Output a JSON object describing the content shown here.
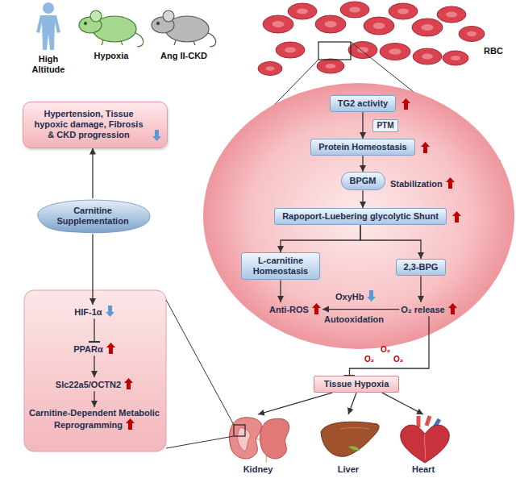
{
  "diagram": {
    "nodes": [
      {
        "text": [
          "TG2 activity"
        ]
      },
      {
        "text": [
          "PTM"
        ]
      },
      {
        "text": [
          "Protein Homeostasis"
        ]
      },
      {
        "text": [
          "BPGM"
        ]
      },
      {
        "text": [
          "Rapoport-Luebering glycolytic Shunt"
        ]
      },
      {
        "text": [
          "L-carnitine Homeostasis"
        ]
      },
      {
        "text": [
          "2,3-BPG"
        ]
      },
      {
        "text": [
          "Anti-ROS"
        ]
      },
      {
        "text": [
          "O₂ release"
        ]
      },
      {
        "text": [
          "Tissue Hypoxia"
        ]
      },
      {
        "text": [
          "Kidney"
        ]
      },
      {
        "text": [
          "Liver"
        ]
      },
      {
        "text": [
          "Heart"
        ]
      },
      {
        "text": [
          "Hypertension, Tissue hypoxic damage, Fibrosis & CKD progression"
        ]
      },
      {
        "text": [
          "Carnitine Supplementation"
        ]
      },
      {
        "text": [
          "HIF-1α"
        ]
      },
      {
        "text": [
          "PPARα"
        ]
      },
      {
        "text": [
          "Slc22a5/OCTN2"
        ]
      },
      {
        "text": [
          "Carnitine-Dependent Metabolic Reprogramming"
        ]
      }
    ],
    "edges": [
      {
        "from": 0,
        "to": 2,
        "arrow": "to"
      },
      {
        "from": 2,
        "to": 3,
        "arrow": "to"
      },
      {
        "from": 3,
        "to": 4,
        "arrow": "to"
      },
      {
        "from": 4,
        "to": 5,
        "arrow": "to"
      },
      {
        "from": 4,
        "to": 6,
        "arrow": "to"
      },
      {
        "from": 5,
        "to": 7,
        "arrow": "to"
      },
      {
        "from": 6,
        "to": 8,
        "arrow": "to"
      },
      {
        "from": 8,
        "to": 7,
        "arrow": "to"
      },
      {
        "from": 8,
        "to": 9,
        "arrow": "none"
      },
      {
        "from": 9,
        "to": 10,
        "arrow": "to"
      },
      {
        "from": 9,
        "to": 11,
        "arrow": "to"
      },
      {
        "from": 9,
        "to": 12,
        "arrow": "to"
      },
      {
        "from": 14,
        "to": 13,
        "arrow": "to"
      },
      {
        "from": 14,
        "to": 15,
        "arrow": "to"
      },
      {
        "from": 15,
        "to": 16,
        "arrow": "none"
      },
      {
        "from": 16,
        "to": 17,
        "arrow": "to"
      },
      {
        "from": 17,
        "to": 18,
        "arrow": "to"
      }
    ],
    "labels": [
      "High Altitude",
      "Hypoxia",
      "Ang II-CKD",
      "RBC",
      "Stabilization",
      "OxyHb",
      "Autooxidation",
      "O₂",
      "O₂",
      "O₂"
    ]
  }
}
